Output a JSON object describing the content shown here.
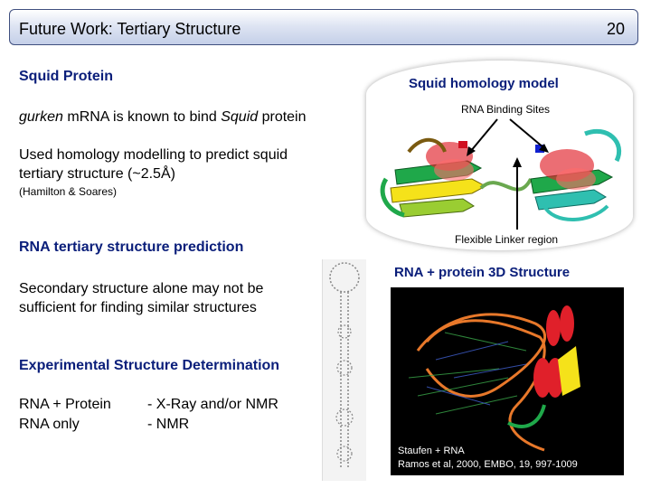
{
  "header": {
    "title": "Future Work: Tertiary Structure",
    "slide_number": "20"
  },
  "squid": {
    "heading": "Squid Protein",
    "line1_a": "gurken",
    "line1_b": " mRNA is known to bind ",
    "line1_c": "Squid",
    "line1_d": " protein",
    "homology_line1": "Used homology modelling to predict squid",
    "homology_line2": "tertiary structure (~2.5Å)",
    "citation": "(Hamilton & Soares)"
  },
  "model_figure": {
    "title": "Squid homology model",
    "label_binding": "RNA Binding Sites",
    "label_linker": "Flexible Linker region"
  },
  "rna": {
    "heading": "RNA tertiary structure prediction",
    "secondary_line1": "Secondary structure alone may not be",
    "secondary_line2": "sufficient for finding similar structures"
  },
  "complex_figure": {
    "title": "RNA + protein 3D Structure",
    "caption1": "Staufen + RNA",
    "caption2": "Ramos et al, 2000, EMBO, 19, 997-1009"
  },
  "experimental": {
    "heading": "Experimental Structure Determination",
    "rows": [
      {
        "label": "RNA + Protein",
        "method": "- X-Ray and/or NMR"
      },
      {
        "label": "RNA only",
        "method": "- NMR"
      }
    ]
  },
  "colors": {
    "heading": "#0a1e7a",
    "title_gradient_end": "#c4cfe8",
    "helix_red": "#e0202a",
    "sheet_yellow": "#f5e21a",
    "sheet_green": "#1fa84a",
    "rna_orange": "#e8782a"
  }
}
